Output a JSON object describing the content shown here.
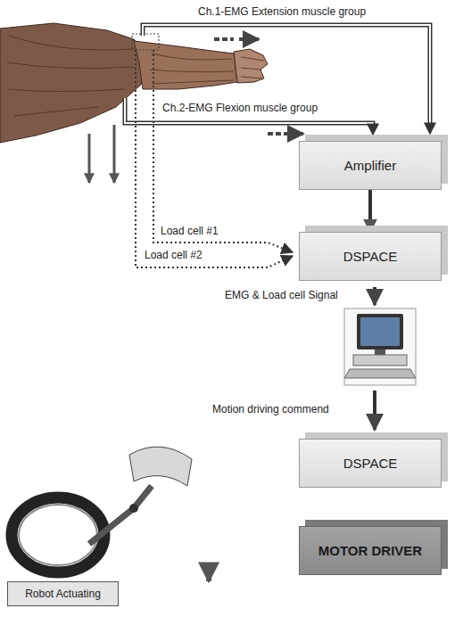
{
  "diagram": {
    "nodes": [
      {
        "text": [
          "Amplifier"
        ]
      },
      {
        "text": [
          "DSPACE"
        ]
      },
      {
        "text": [
          "DSPACE"
        ]
      },
      {
        "text": [
          "MOTOR DRIVER"
        ]
      },
      {
        "text": [
          "Robot Actuating"
        ]
      }
    ],
    "edges": [
      {
        "from": 0,
        "to": 1,
        "arrow": "to"
      },
      {
        "from": 3,
        "to": 4,
        "arrow": "to"
      }
    ],
    "labels": [
      "Ch.1-EMG Extension muscle group",
      "Ch.2-EMG Flexion muscle group",
      "Load cell #1",
      "Load cell #2",
      "EMG & Load cell Signal",
      "Motion driving commend"
    ]
  }
}
